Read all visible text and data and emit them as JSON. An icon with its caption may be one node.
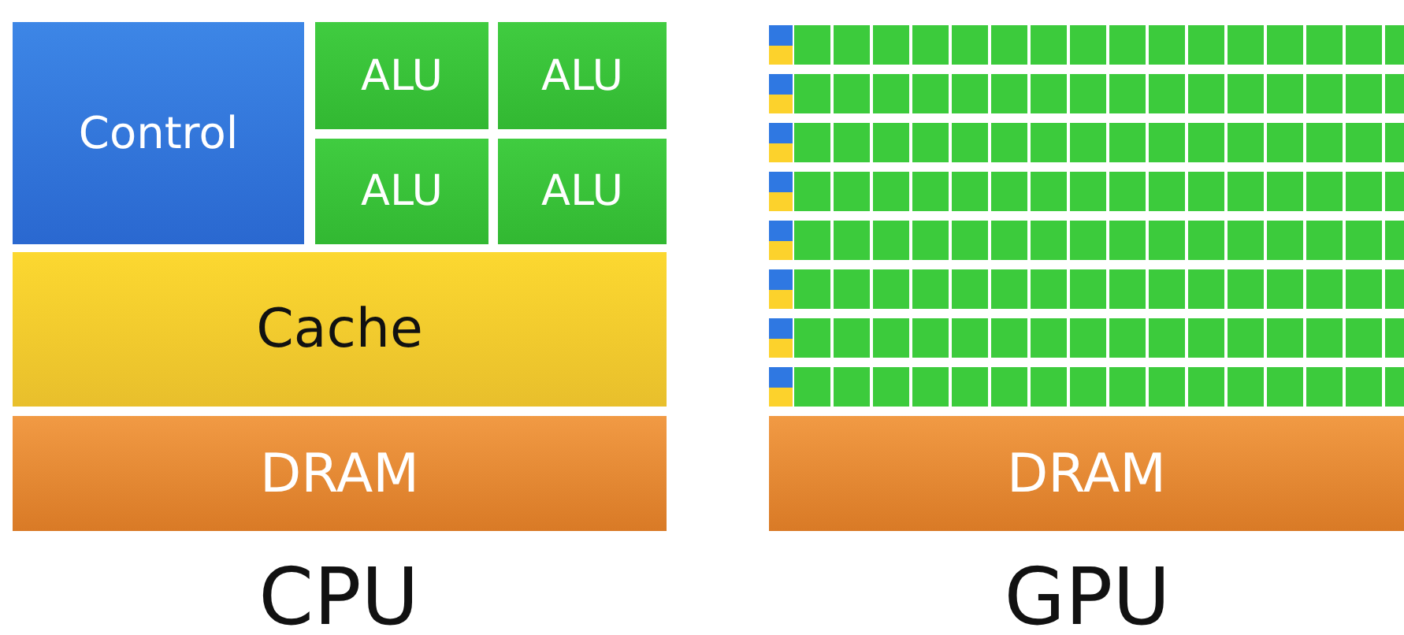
{
  "diagram": {
    "nodes": [
      {
        "text": [
          "Control"
        ]
      },
      {
        "text": [
          "ALU"
        ]
      },
      {
        "text": [
          "ALU"
        ]
      },
      {
        "text": [
          "ALU"
        ]
      },
      {
        "text": [
          "ALU"
        ]
      },
      {
        "text": [
          "Cache"
        ]
      },
      {
        "text": [
          "DRAM"
        ]
      },
      {
        "text": [
          "DRAM"
        ]
      }
    ],
    "edges": [],
    "labels": [
      "CPU",
      "GPU"
    ]
  }
}
